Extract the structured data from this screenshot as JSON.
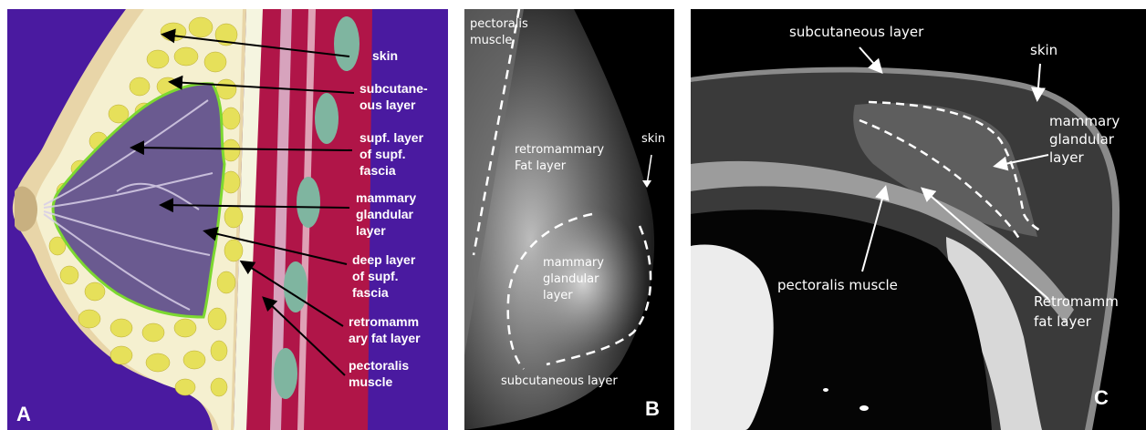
{
  "panelA": {
    "letter": "A",
    "labels": {
      "skin": "skin",
      "subcutaneous_1": "subcutane-",
      "subcutaneous_2": "ous layer",
      "supf_1": "supf. layer",
      "supf_2": "of supf.",
      "supf_3": "fascia",
      "mammary_1": "mammary",
      "mammary_2": "glandular",
      "mammary_3": "layer",
      "deep_1": "deep layer",
      "deep_2": "of supf.",
      "deep_3": "fascia",
      "retro_1": "retromamm",
      "retro_2": "ary fat layer",
      "pect_1": "pectoralis",
      "pect_2": "muscle"
    }
  },
  "panelB": {
    "letter": "B",
    "labels": {
      "pect_1": "pectoralis",
      "pect_2": "muscle",
      "retro_1": "retromammary",
      "retro_2": "Fat layer",
      "skin": "skin",
      "mammary_1": "mammary",
      "mammary_2": "glandular",
      "mammary_3": "layer",
      "subcut": "subcutaneous layer"
    }
  },
  "panelC": {
    "letter": "C",
    "labels": {
      "subcut": "subcutaneous layer",
      "skin": "skin",
      "mammary_1": "mammary",
      "mammary_2": "glandular",
      "mammary_3": "layer",
      "pect": "pectoralis muscle",
      "retro_1": "Retromamm",
      "retro_2": "fat layer"
    }
  }
}
